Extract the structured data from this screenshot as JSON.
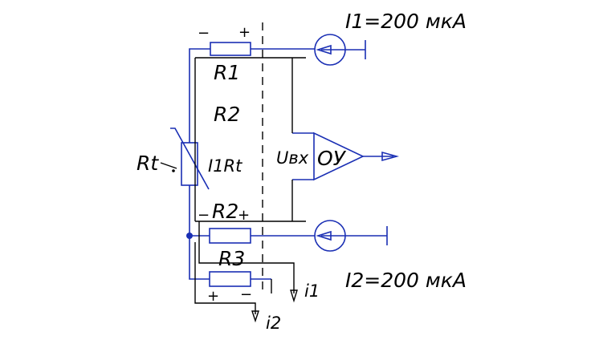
{
  "labels": {
    "i1_source": "I1=200 мкА",
    "i2_source": "I2=200 мкА",
    "r1": "R1",
    "r2_upper": "R2",
    "r2_lower": "R2",
    "r3": "R3",
    "rt": "Rt",
    "i_rt": "I1Rt",
    "u_in": "Uвх",
    "opamp": "ОУ",
    "i1": "i1",
    "i2": "i2"
  },
  "signs": {
    "r1_left": "−",
    "r1_right": "+",
    "r2_left": "−",
    "r2_right": "+",
    "r3_left": "+",
    "r3_right": "−"
  },
  "colors": {
    "wire_blue": "#1a2fb4",
    "line_black": "#000000"
  }
}
